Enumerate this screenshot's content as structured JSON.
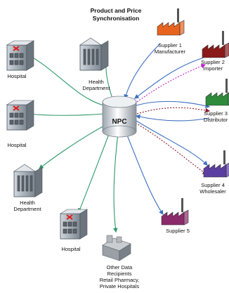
{
  "title": {
    "line1": "Product and Price",
    "line2": "Synchronisation"
  },
  "hub": {
    "label": "NPC"
  },
  "nodes": {
    "hospital_1": {
      "label": "Hospital"
    },
    "health_dept_1": {
      "line1": "Health",
      "line2": "Department"
    },
    "hospital_2": {
      "label": "Hospital"
    },
    "health_dept_2": {
      "line1": "Health",
      "line2": "Department"
    },
    "hospital_3": {
      "label": "Hospital"
    },
    "other_recipients": {
      "line1": "Other Data",
      "line2": "Recipients",
      "line3": "Retail Pharmacy,",
      "line4": "Private Hospitals"
    },
    "supplier_1": {
      "line1": "Supplier 1",
      "line2": "Manufacturer",
      "color": "#e8641e"
    },
    "supplier_2": {
      "line1": "Supplier 2",
      "line2": "Importer",
      "color": "#8b1a1a"
    },
    "supplier_3": {
      "line1": "Supplier 3",
      "line2": "Distributor",
      "color": "#2e8b3c"
    },
    "supplier_4": {
      "line1": "Supplier 4",
      "line2": "Wholesaler",
      "color": "#5b3fa0"
    },
    "supplier_5": {
      "line1": "Supplier 5",
      "color": "#8b2a6a"
    }
  },
  "colors": {
    "to_recipients": "#2e9a68",
    "supplier_link": "#3a6fc0",
    "dotted_a": "#c020c8",
    "dotted_b": "#8b1a2a"
  }
}
